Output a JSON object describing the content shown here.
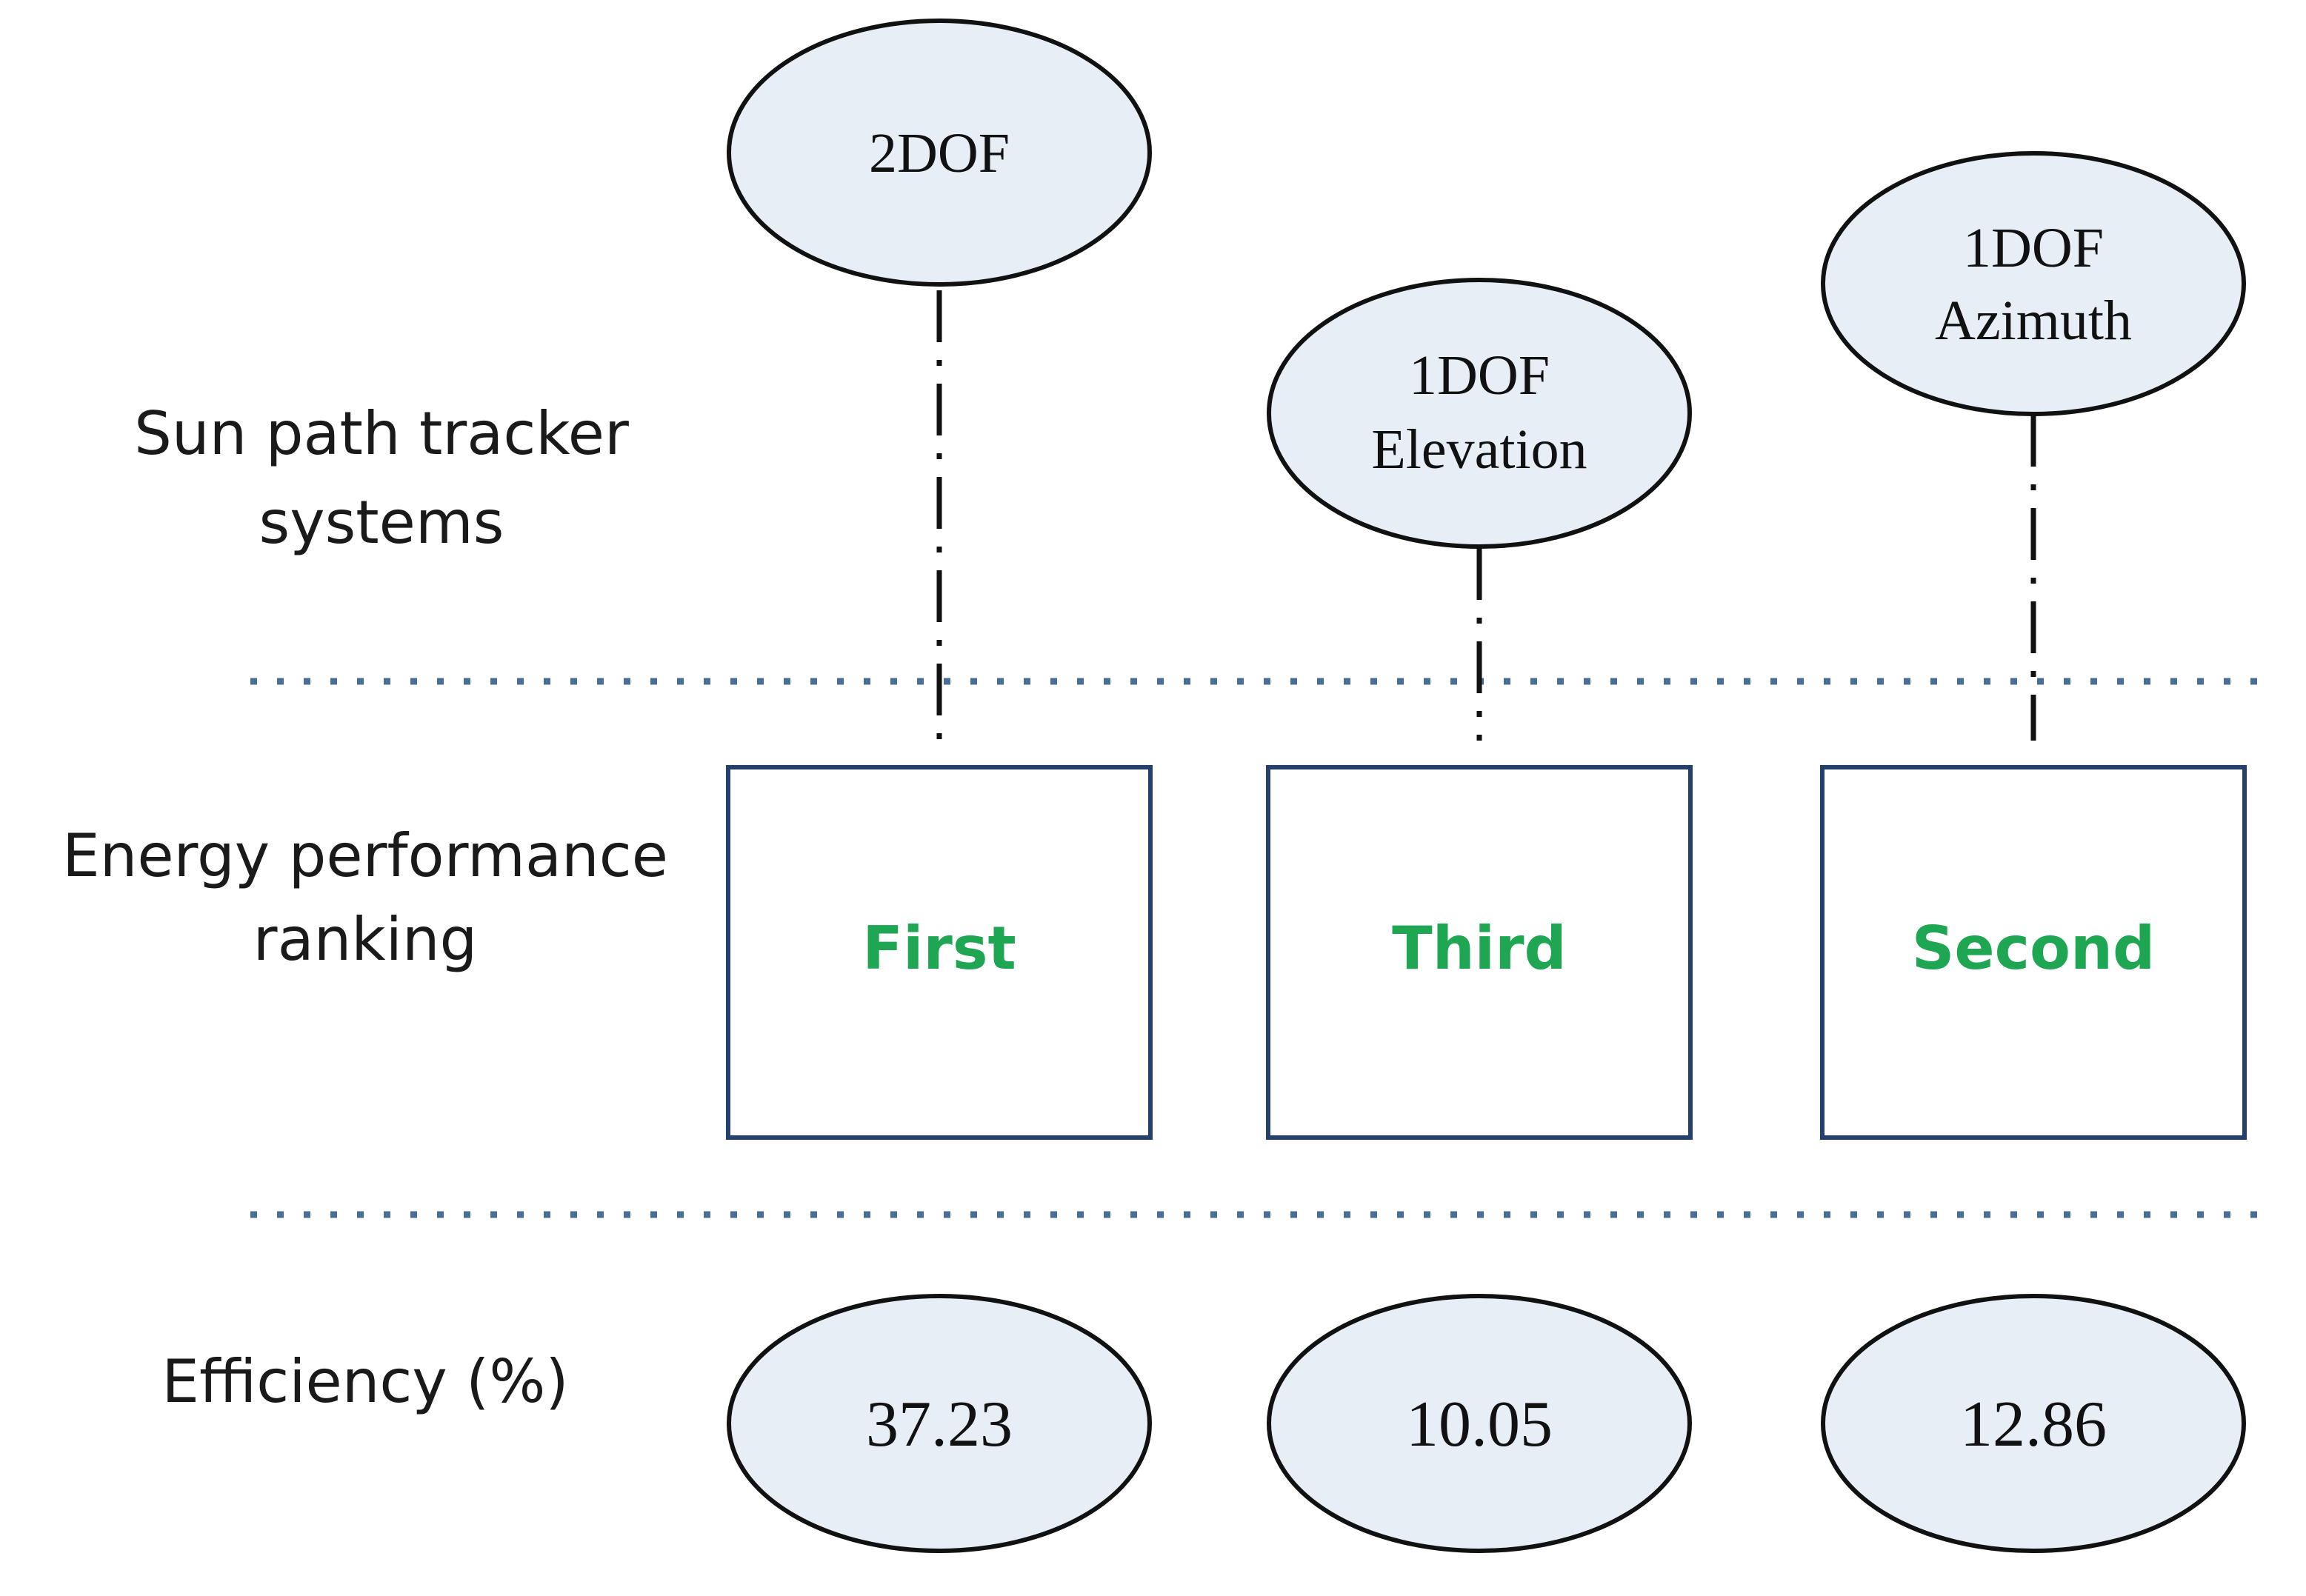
{
  "row_labels": {
    "systems": [
      "Sun path tracker",
      "systems"
    ],
    "ranking": [
      "Energy performance",
      "ranking"
    ],
    "efficiency": "Efficiency (%)"
  },
  "systems": [
    {
      "name_lines": [
        "2DOF"
      ],
      "rank": "First",
      "efficiency": "37.23"
    },
    {
      "name_lines": [
        "1DOF",
        "Elevation"
      ],
      "rank": "Third",
      "efficiency": "10.05"
    },
    {
      "name_lines": [
        "1DOF",
        "Azimuth"
      ],
      "rank": "Second",
      "efficiency": "12.86"
    }
  ],
  "colors": {
    "rank_text": "#1fa653",
    "node_fill": "#e8eef6",
    "box_border": "#24406f",
    "divider": "#4a6e93"
  }
}
